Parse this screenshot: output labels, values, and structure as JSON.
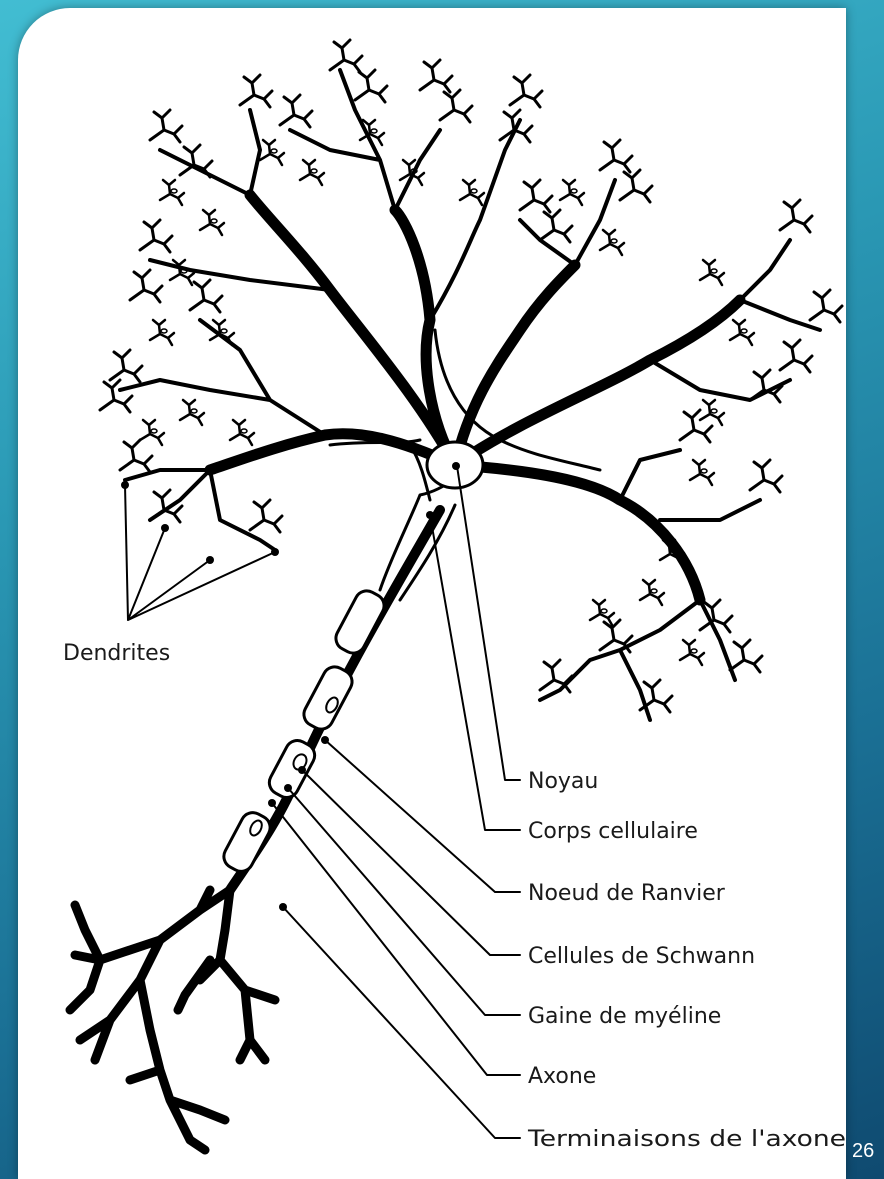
{
  "diagram": {
    "labels": {
      "dendrites": "Dendrites",
      "noyau": "Noyau",
      "corps_cellulaire": "Corps cellulaire",
      "noeud_de_ranvier": "Noeud de Ranvier",
      "cellules_de_schwann": "Cellules de Schwann",
      "gaine_de_myeline": "Gaine de myéline",
      "axone": "Axone",
      "terminaisons": "Terminaisons de l'axone"
    }
  },
  "slide": {
    "number": "26"
  }
}
